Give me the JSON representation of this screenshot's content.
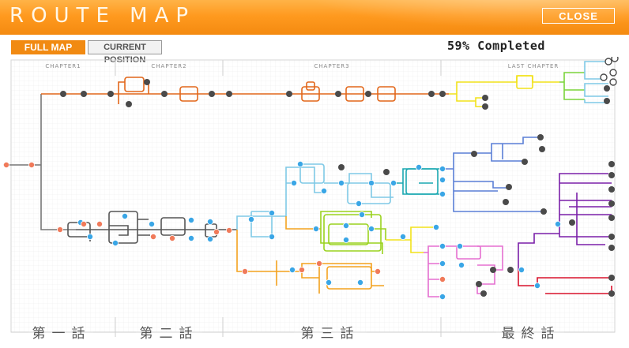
{
  "header": {
    "title": "ROUTE MAP",
    "close_label": "CLOSE",
    "accent_color": "#f18a12"
  },
  "tabs": [
    {
      "label": "FULL MAP",
      "active": true
    },
    {
      "label": "CURRENT POSITION",
      "active": false
    }
  ],
  "progress": {
    "text": "59% Completed",
    "percent": 59
  },
  "chapters": [
    {
      "label": "CHAPTER1",
      "jp": "第一話"
    },
    {
      "label": "CHAPTER2",
      "jp": "第二話"
    },
    {
      "label": "CHAPTER3",
      "jp": "第三話"
    },
    {
      "label": "LAST CHAPTER",
      "jp": "最終話"
    }
  ],
  "route_colors": {
    "main": "#e2671a",
    "trunk": "#777777",
    "chapter2": "#555555",
    "chapter3_a": "#7ec9e6",
    "chapter3_b": "#f4a21e",
    "chapter3_c": "#9ad21e",
    "chapter3_d": "#19a7b0",
    "last_yellow": "#f2e21a",
    "last_green": "#7ad43a",
    "last_blue": "#5a7fd6",
    "last_pink": "#e56fd0",
    "last_purple": "#7a1fa8",
    "last_red": "#d8122c",
    "node_done": "#4a4a4a",
    "node_blue": "#3aa6e6",
    "node_orange": "#f07a5a"
  }
}
